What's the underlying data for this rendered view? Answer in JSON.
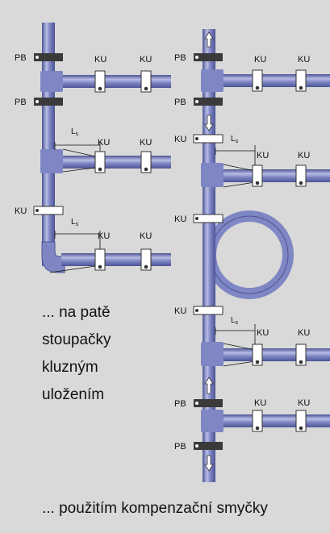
{
  "labels": {
    "pb": "PB",
    "ku": "KU",
    "ls_main": "L",
    "ls_sub": "s"
  },
  "captions": {
    "left_line1": "... na patě",
    "left_line2": "stoupačky",
    "left_line3": "kluzným",
    "left_line4": "uložením",
    "bottom": "... použitím kompenzační smyčky"
  },
  "colors": {
    "background": "#d9d9d9",
    "pipe": "#7f86c4",
    "pipe_dark": "#4d5494",
    "pipe_light": "#b8bde6",
    "clamp_dark": "#3a3a3a",
    "clamp_light": "#ffffff"
  },
  "icons": [
    "arrow-up-icon",
    "arrow-down-icon"
  ]
}
